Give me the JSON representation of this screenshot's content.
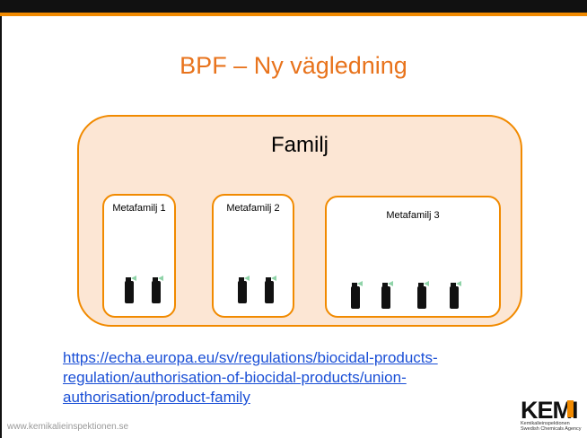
{
  "title": "BPF – Ny vägledning",
  "family": {
    "label": "Familj",
    "metafamilies": [
      {
        "label": "Metafamilj 1",
        "products": 2
      },
      {
        "label": "Metafamilj 2",
        "products": 2
      },
      {
        "label": "Metafamilj 3",
        "products": 4
      }
    ]
  },
  "link": {
    "text": "https://echa.europa.eu/sv/regulations/biocidal-products-regulation/authorisation-of-biocidal-products/union-authorisation/product-family"
  },
  "footer": {
    "url": "www.kemikalieinspektionen.se"
  },
  "logo": {
    "name": "KEMI",
    "sub1": "Kemikalieinspektionen",
    "sub2": "Swedish Chemicals Agency"
  },
  "colors": {
    "accent": "#f18a00",
    "title": "#e8731c",
    "family_fill": "#fce6d4",
    "link": "#1a4fd6"
  },
  "icons": {
    "product": "spray-bottle-icon"
  }
}
